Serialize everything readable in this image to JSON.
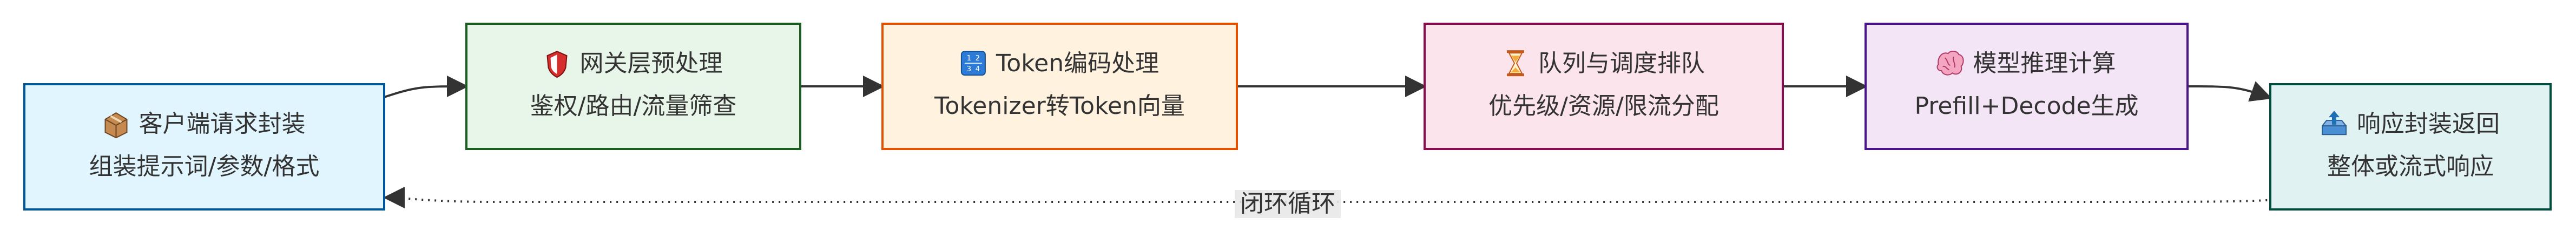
{
  "nodes": [
    {
      "id": "client",
      "icon": "package-icon",
      "title": "客户端请求封装",
      "subtitle": "组装提示词/参数/格式",
      "fill": "#e1f5fe",
      "stroke": "#01579b"
    },
    {
      "id": "gateway",
      "icon": "shield-icon",
      "title": "网关层预处理",
      "subtitle": "鉴权/路由/流量筛查",
      "fill": "#e8f5e9",
      "stroke": "#1b5e20"
    },
    {
      "id": "token",
      "icon": "number-block-icon",
      "title": "Token编码处理",
      "subtitle": "Tokenizer转Token向量",
      "fill": "#fff3e0",
      "stroke": "#e65100"
    },
    {
      "id": "queue",
      "icon": "hourglass-icon",
      "title": "队列与调度排队",
      "subtitle": "优先级/资源/限流分配",
      "fill": "#fce4ec",
      "stroke": "#880e4f"
    },
    {
      "id": "model",
      "icon": "brain-icon",
      "title": "模型推理计算",
      "subtitle": "Prefill+Decode生成",
      "fill": "#f3e5f5",
      "stroke": "#4a148c"
    },
    {
      "id": "response",
      "icon": "outbox-icon",
      "title": "响应封装返回",
      "subtitle": "整体或流式响应",
      "fill": "#e0f2f1",
      "stroke": "#004d40"
    }
  ],
  "edges": [
    {
      "from": "client",
      "to": "gateway"
    },
    {
      "from": "gateway",
      "to": "token"
    },
    {
      "from": "token",
      "to": "queue"
    },
    {
      "from": "queue",
      "to": "model"
    },
    {
      "from": "model",
      "to": "response"
    },
    {
      "from": "response",
      "to": "client",
      "style": "dotted",
      "label": "闭环循环"
    }
  ]
}
